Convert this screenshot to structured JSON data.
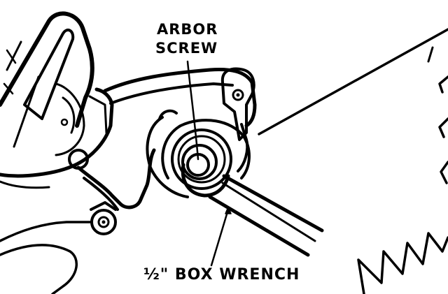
{
  "labels": {
    "arbor_line1": "ARBOR",
    "arbor_line2": "SCREW",
    "wrench": "½\" BOX WRENCH"
  }
}
